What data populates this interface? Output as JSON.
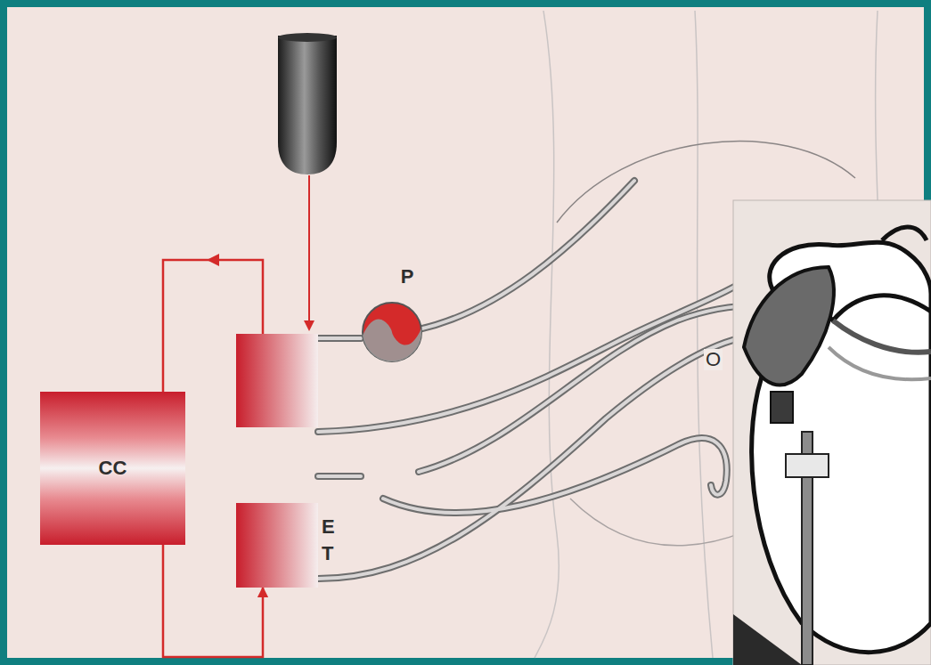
{
  "diagram": {
    "nodes": [
      {
        "text": [
          "CC"
        ]
      },
      {
        "text": [
          "P"
        ]
      },
      {
        "text": [
          "E T"
        ]
      }
    ],
    "edges": [
      {
        "from": 0,
        "to": 2,
        "arrow": "to"
      }
    ],
    "labels": [
      "O"
    ]
  }
}
